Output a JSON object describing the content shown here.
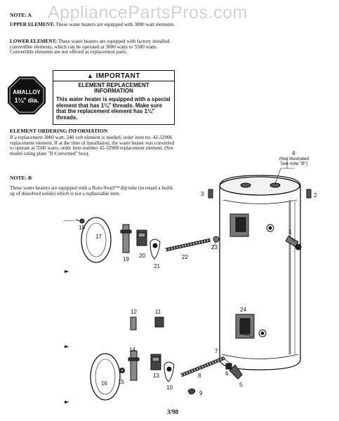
{
  "watermark": "AppliancePartsPros.com",
  "note_a": {
    "heading": "NOTE: A",
    "upper_label": "UPPER ELEMENT:",
    "upper_text": "These water heaters are equipped with 3800 watt elements.",
    "lower_label": "LOWER ELEMENT:",
    "lower_text": "These water heaters are equipped with factory installed convertible elements, which can be operated at 3800 watts or 5500 watts. Convertible elements are not offered as replacement parts."
  },
  "badge": {
    "top": "AMALLOY",
    "bottom": "1¼\" dia."
  },
  "important": {
    "title": "IMPORTANT",
    "subtitle": "ELEMENT REPLACEMENT INFORMATION",
    "body": "This water heater is equipped with a special element that has 1¼\" threads. Make sure that the replacement element has 1¼\" threads."
  },
  "ordering": {
    "heading": "ELEMENT ORDERING INFORMATION",
    "text": "If a replacement 3800 watt, 240 volt element is needed, order item no. 42-32906 replacement element. If at the time of installation, the water heater was converted to operate at 5500 watts, order item number 42-32908 replacement element. (See model rating plate \"If Converted\" box)."
  },
  "note_b": {
    "heading": "NOTE: B",
    "text": "These water heaters are equipped with a Roto-Swirl™ dip tube (to retard a build-up of dissolved solids) which is not a replaceable item."
  },
  "callouts": {
    "c1": "1",
    "c2": "2",
    "c3": "3",
    "c4": "4",
    "c4_note": "(Not Illustrated See note \"B\")",
    "c5": "5",
    "c6": "6",
    "c7": "7",
    "c8": "8",
    "c9": "9",
    "c10": "10",
    "c11": "11",
    "c12": "12",
    "c13": "13",
    "c14": "14",
    "c15": "15",
    "c16": "16",
    "c17": "17",
    "c18": "18",
    "c19": "19",
    "c20": "20",
    "c21": "21",
    "c22": "22",
    "c23": "23",
    "c24": "24"
  },
  "page_number": "3/98"
}
